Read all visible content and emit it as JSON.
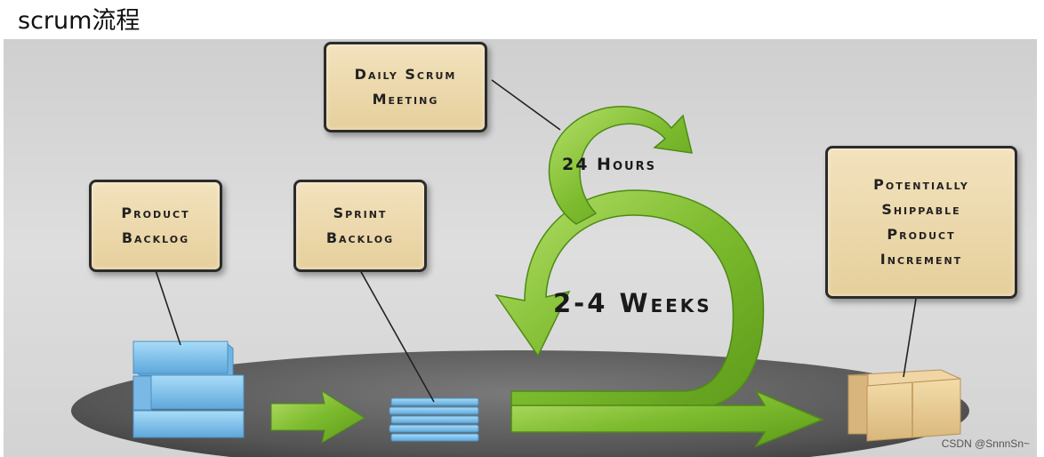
{
  "page": {
    "title": "scrum流程"
  },
  "diagram": {
    "boxes": {
      "daily_scrum": "Daily Scrum\nMeeting",
      "product_backlog": "Product\nBacklog",
      "sprint_backlog": "Sprint\nBacklog",
      "increment": "Potentially\nShippable\nProduct\nIncrement"
    },
    "cycle_labels": {
      "daily": "24 Hours",
      "sprint": "2-4 Weeks"
    },
    "colors": {
      "background": "#d9d9d9",
      "platform": "#5e5e5e",
      "arrow_green": "#7dbb2e",
      "box_fill": "#ead6a8",
      "stack_blue": "#86c5ee",
      "package": "#e8c990"
    }
  },
  "watermark": "CSDN @SnnnSn~"
}
